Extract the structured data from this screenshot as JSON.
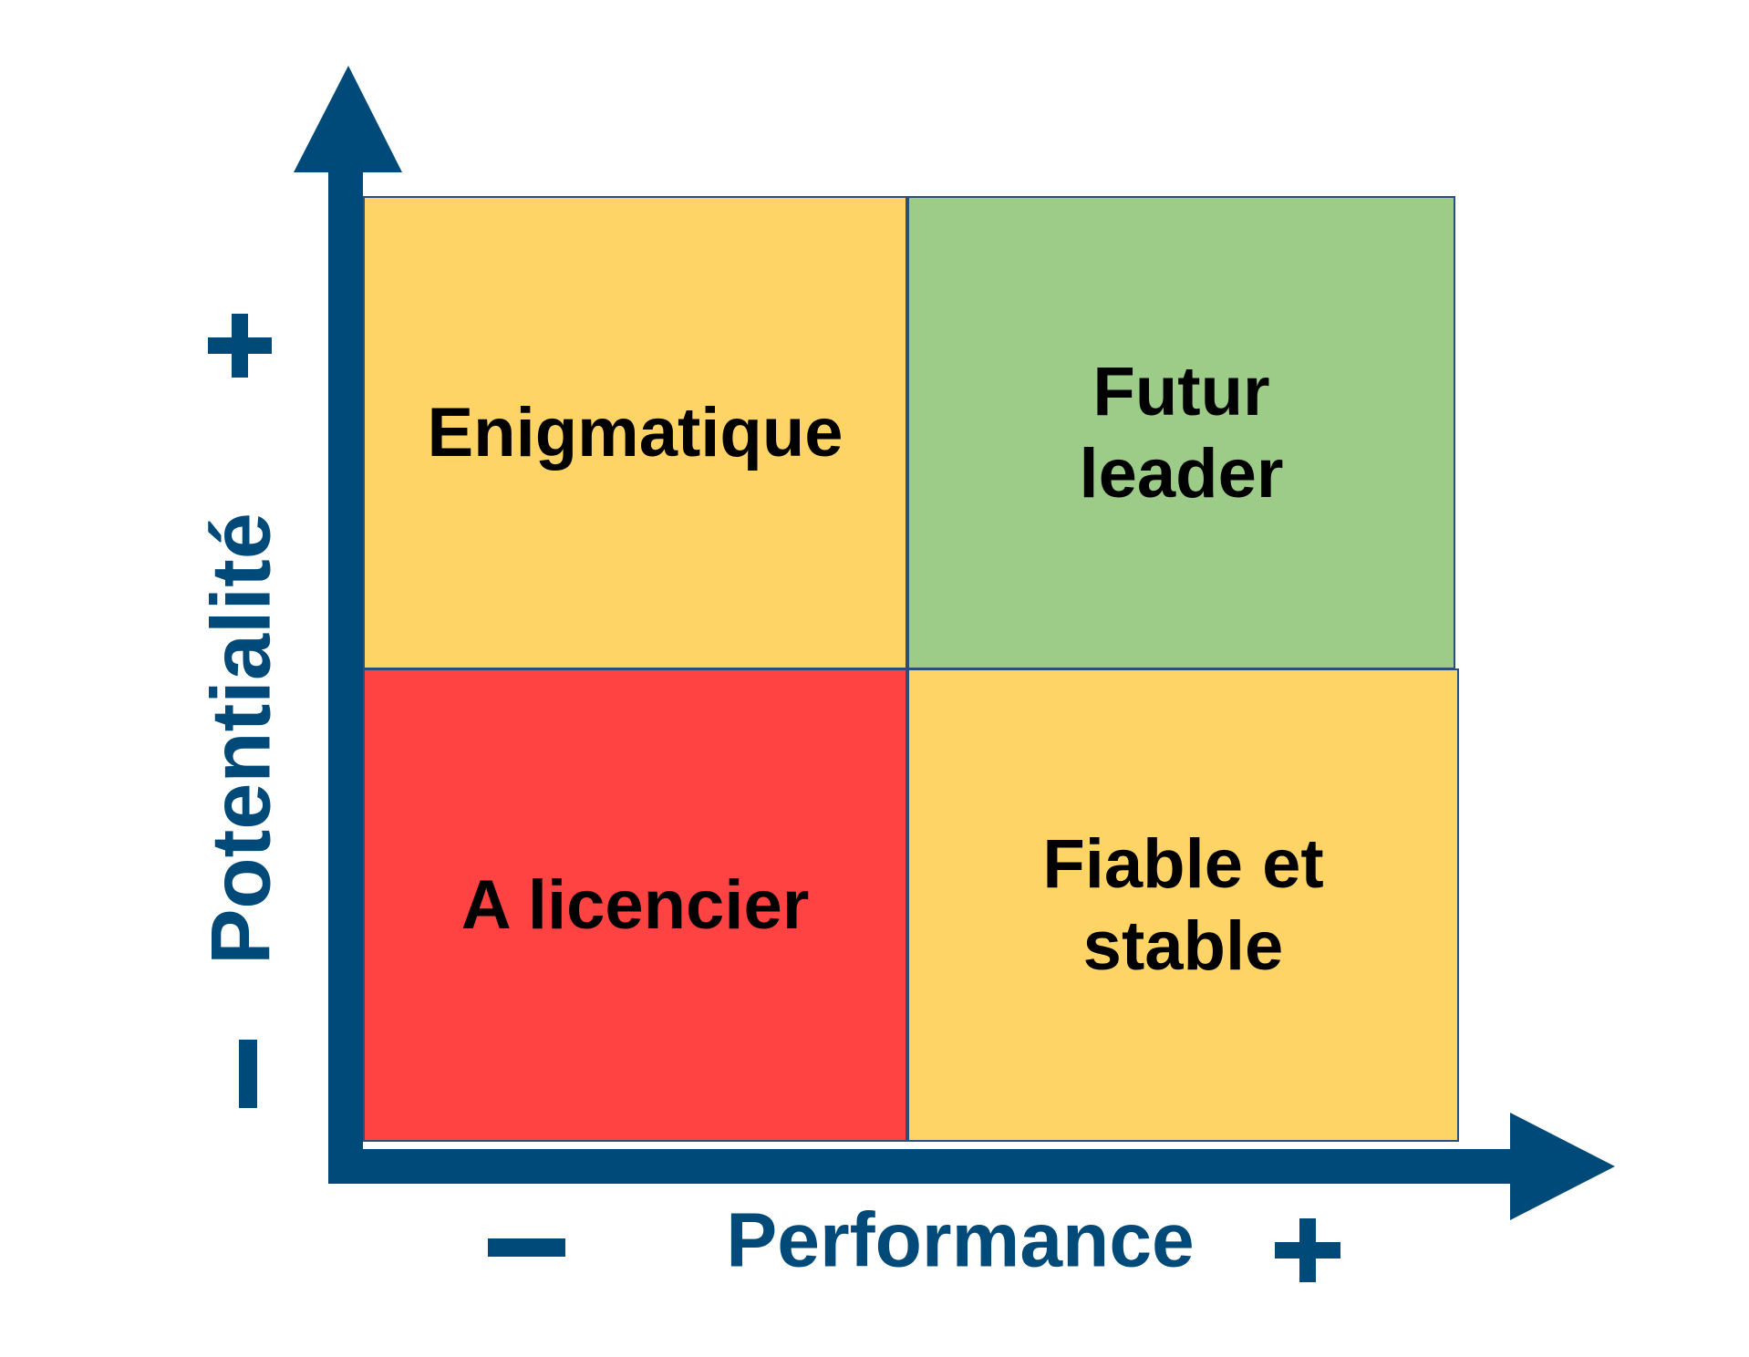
{
  "axes": {
    "y_title": "Potentialité",
    "x_title": "Performance",
    "y_high": "+",
    "y_low": "−",
    "x_low": "−",
    "x_high": "+"
  },
  "quadrants": {
    "top_left": {
      "label": "Enigmatique",
      "color": "#ffd466"
    },
    "top_right": {
      "label": "Futur\nleader",
      "color": "#9ccc88"
    },
    "bottom_left": {
      "label": "A licencier",
      "color": "#ff4242"
    },
    "bottom_right": {
      "label": "Fiable et\nstable",
      "color": "#ffd466"
    }
  },
  "colors": {
    "axis": "#004a79",
    "border": "#2a4f78"
  }
}
